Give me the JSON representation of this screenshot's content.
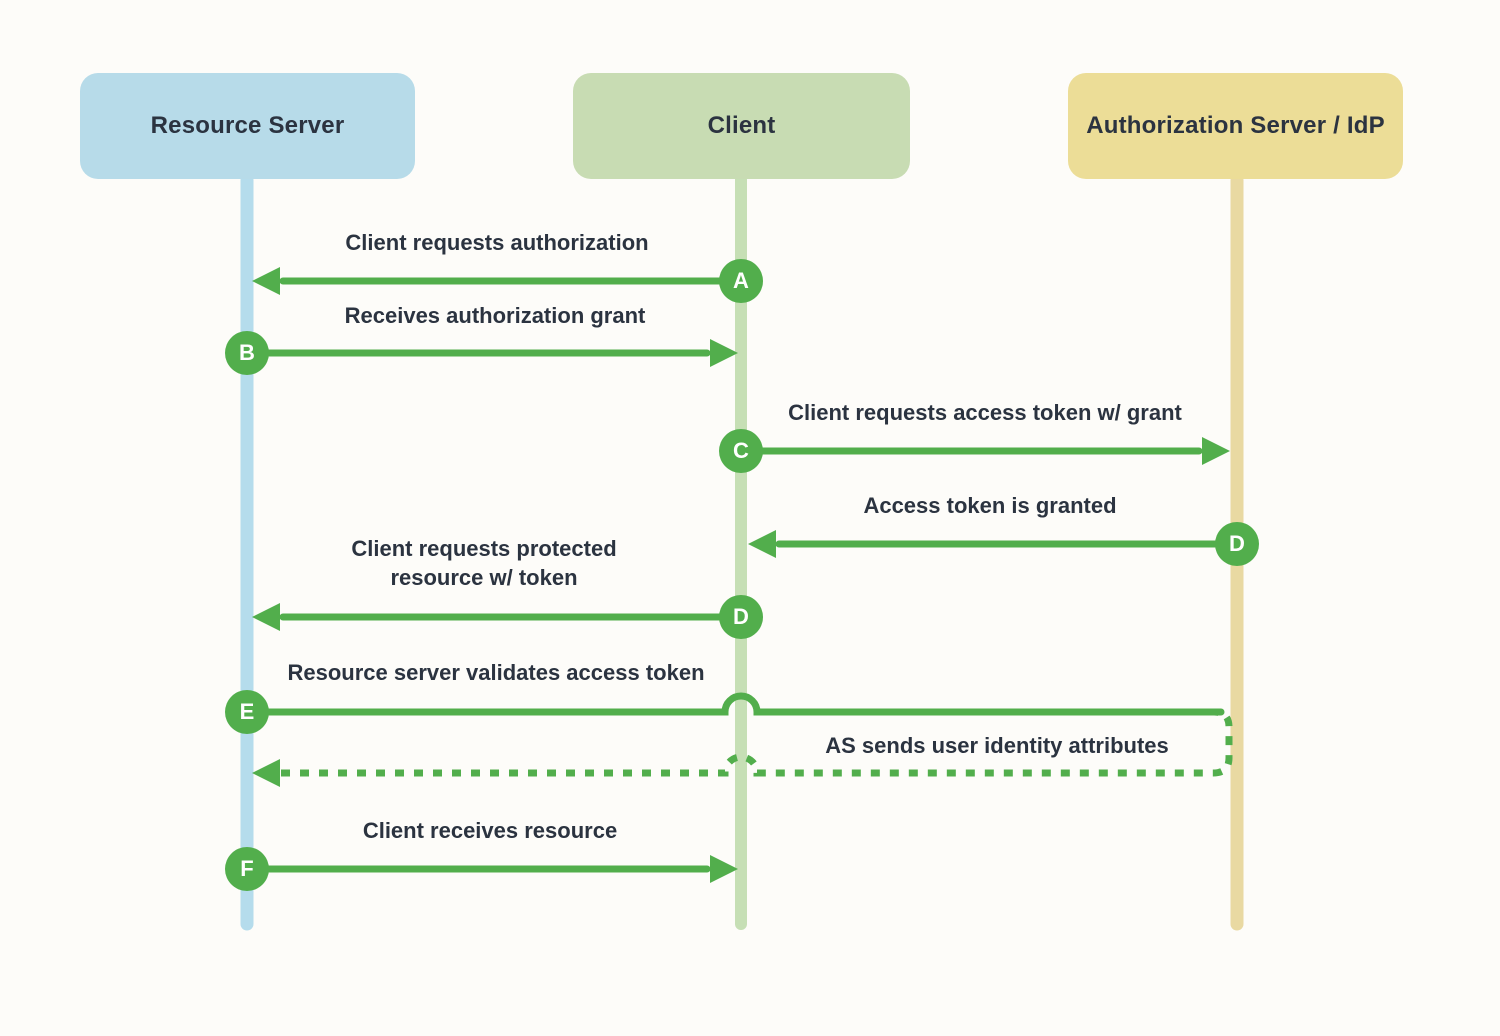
{
  "diagram": {
    "type": "sequence-diagram",
    "actors": [
      {
        "id": "resource-server",
        "label": "Resource Server",
        "color": "#b7dbe9",
        "lifeline_color": "#b5dcec"
      },
      {
        "id": "client",
        "label": "Client",
        "color": "#c8dcb3",
        "lifeline_color": "#c6dfb5"
      },
      {
        "id": "authorization-server",
        "label": "Authorization Server / IdP",
        "color": "#ecdd97",
        "lifeline_color": "#e9d9a2"
      }
    ],
    "steps": [
      {
        "letter": "A",
        "label": "Client requests authorization",
        "from": "client",
        "to": "resource-server",
        "style": "solid"
      },
      {
        "letter": "B",
        "label": "Receives authorization grant",
        "from": "resource-server",
        "to": "client",
        "style": "solid"
      },
      {
        "letter": "C",
        "label": "Client requests access token w/ grant",
        "from": "client",
        "to": "authorization-server",
        "style": "solid"
      },
      {
        "letter": "D",
        "label": "Access token is granted",
        "from": "authorization-server",
        "to": "client",
        "style": "solid"
      },
      {
        "letter": "D",
        "label": "Client requests protected resource w/ token",
        "from": "client",
        "to": "resource-server",
        "style": "solid"
      },
      {
        "letter": "E",
        "label": "Resource server validates access token",
        "from": "resource-server",
        "to": "authorization-server",
        "style": "solid"
      },
      {
        "letter": "",
        "label": "AS sends user identity attributes",
        "from": "authorization-server",
        "to": "resource-server",
        "style": "dashed"
      },
      {
        "letter": "F",
        "label": "Client receives resource",
        "from": "resource-server",
        "to": "client",
        "style": "solid"
      }
    ],
    "colors": {
      "arrow": "#52ae4c",
      "marker": "#52ae4c",
      "marker_letter": "#ffffff",
      "text": "#2b3340",
      "background": "#fdfcf9"
    }
  }
}
